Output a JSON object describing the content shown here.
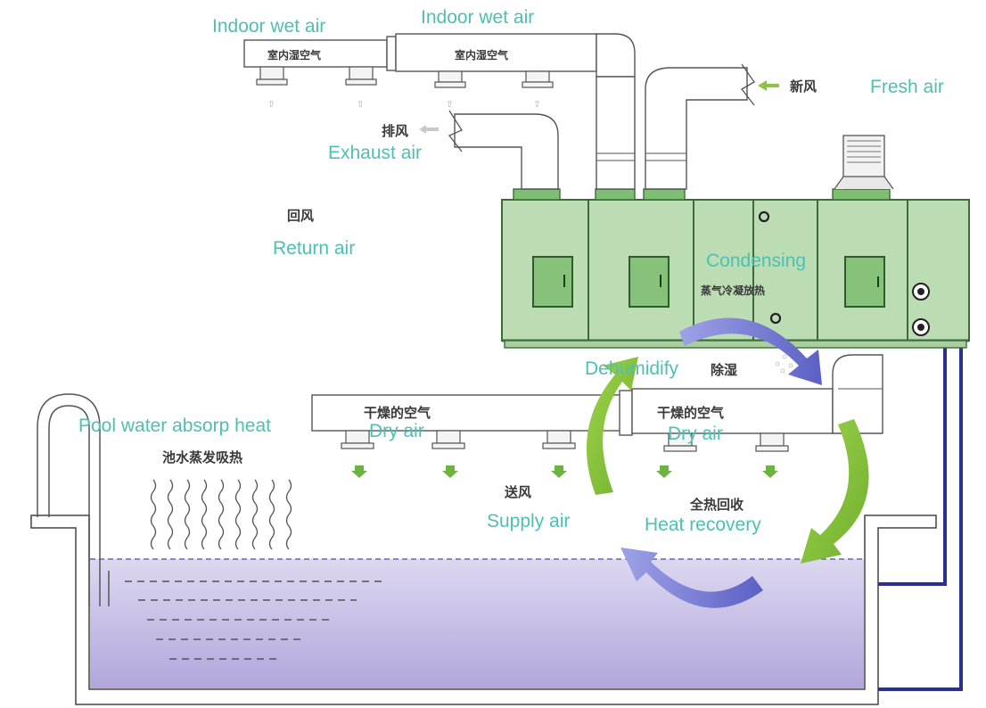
{
  "labels": {
    "indoor_wet_air_left": "Indoor wet air",
    "indoor_wet_air_right": "Indoor wet air",
    "duct_cn_1": "室内湿空气",
    "duct_cn_2": "室内湿空气",
    "exhaust_cn": "排风",
    "exhaust_en": "Exhaust air",
    "fresh_cn": "新风",
    "fresh_en": "Fresh air",
    "return_cn": "回风",
    "return_en": "Return air",
    "condensing_en": "Condensing",
    "condensing_cn": "蒸气冷凝放热",
    "dehumidify_en": "Dehumidify",
    "dehumidify_cn": "除湿",
    "dry_cn_1": "干燥的空气",
    "dry_cn_2": "干燥的空气",
    "dry_en_1": "Dry air",
    "dry_en_2": "Dry air",
    "pool_en": "Pool water absorp heat",
    "pool_cn": "池水蒸发吸热",
    "supply_cn": "送风",
    "supply_en": "Supply air",
    "heat_recovery_cn": "全热回收",
    "heat_recovery_en": "Heat recovery"
  },
  "colors": {
    "label_en": "#4dbfb3",
    "label_cn": "#3a3a3a",
    "ahu_fill": "#bcdcb3",
    "ahu_door": "#86c27a",
    "arrow_green": "#8cc63f",
    "arrow_blue": "#7b7fd1",
    "water_top": "#d9d4ee",
    "water_bottom": "#b3a8dc",
    "pipe": "#2b2f8f"
  },
  "icons": {
    "supply_arrows": "down-arrow-icon",
    "fresh_air_arrow": "left-arrow-icon",
    "exhaust_arrow": "left-arrow-icon",
    "evaporation": "wavy-line-icon",
    "pipe_connector": "flange-icon"
  }
}
